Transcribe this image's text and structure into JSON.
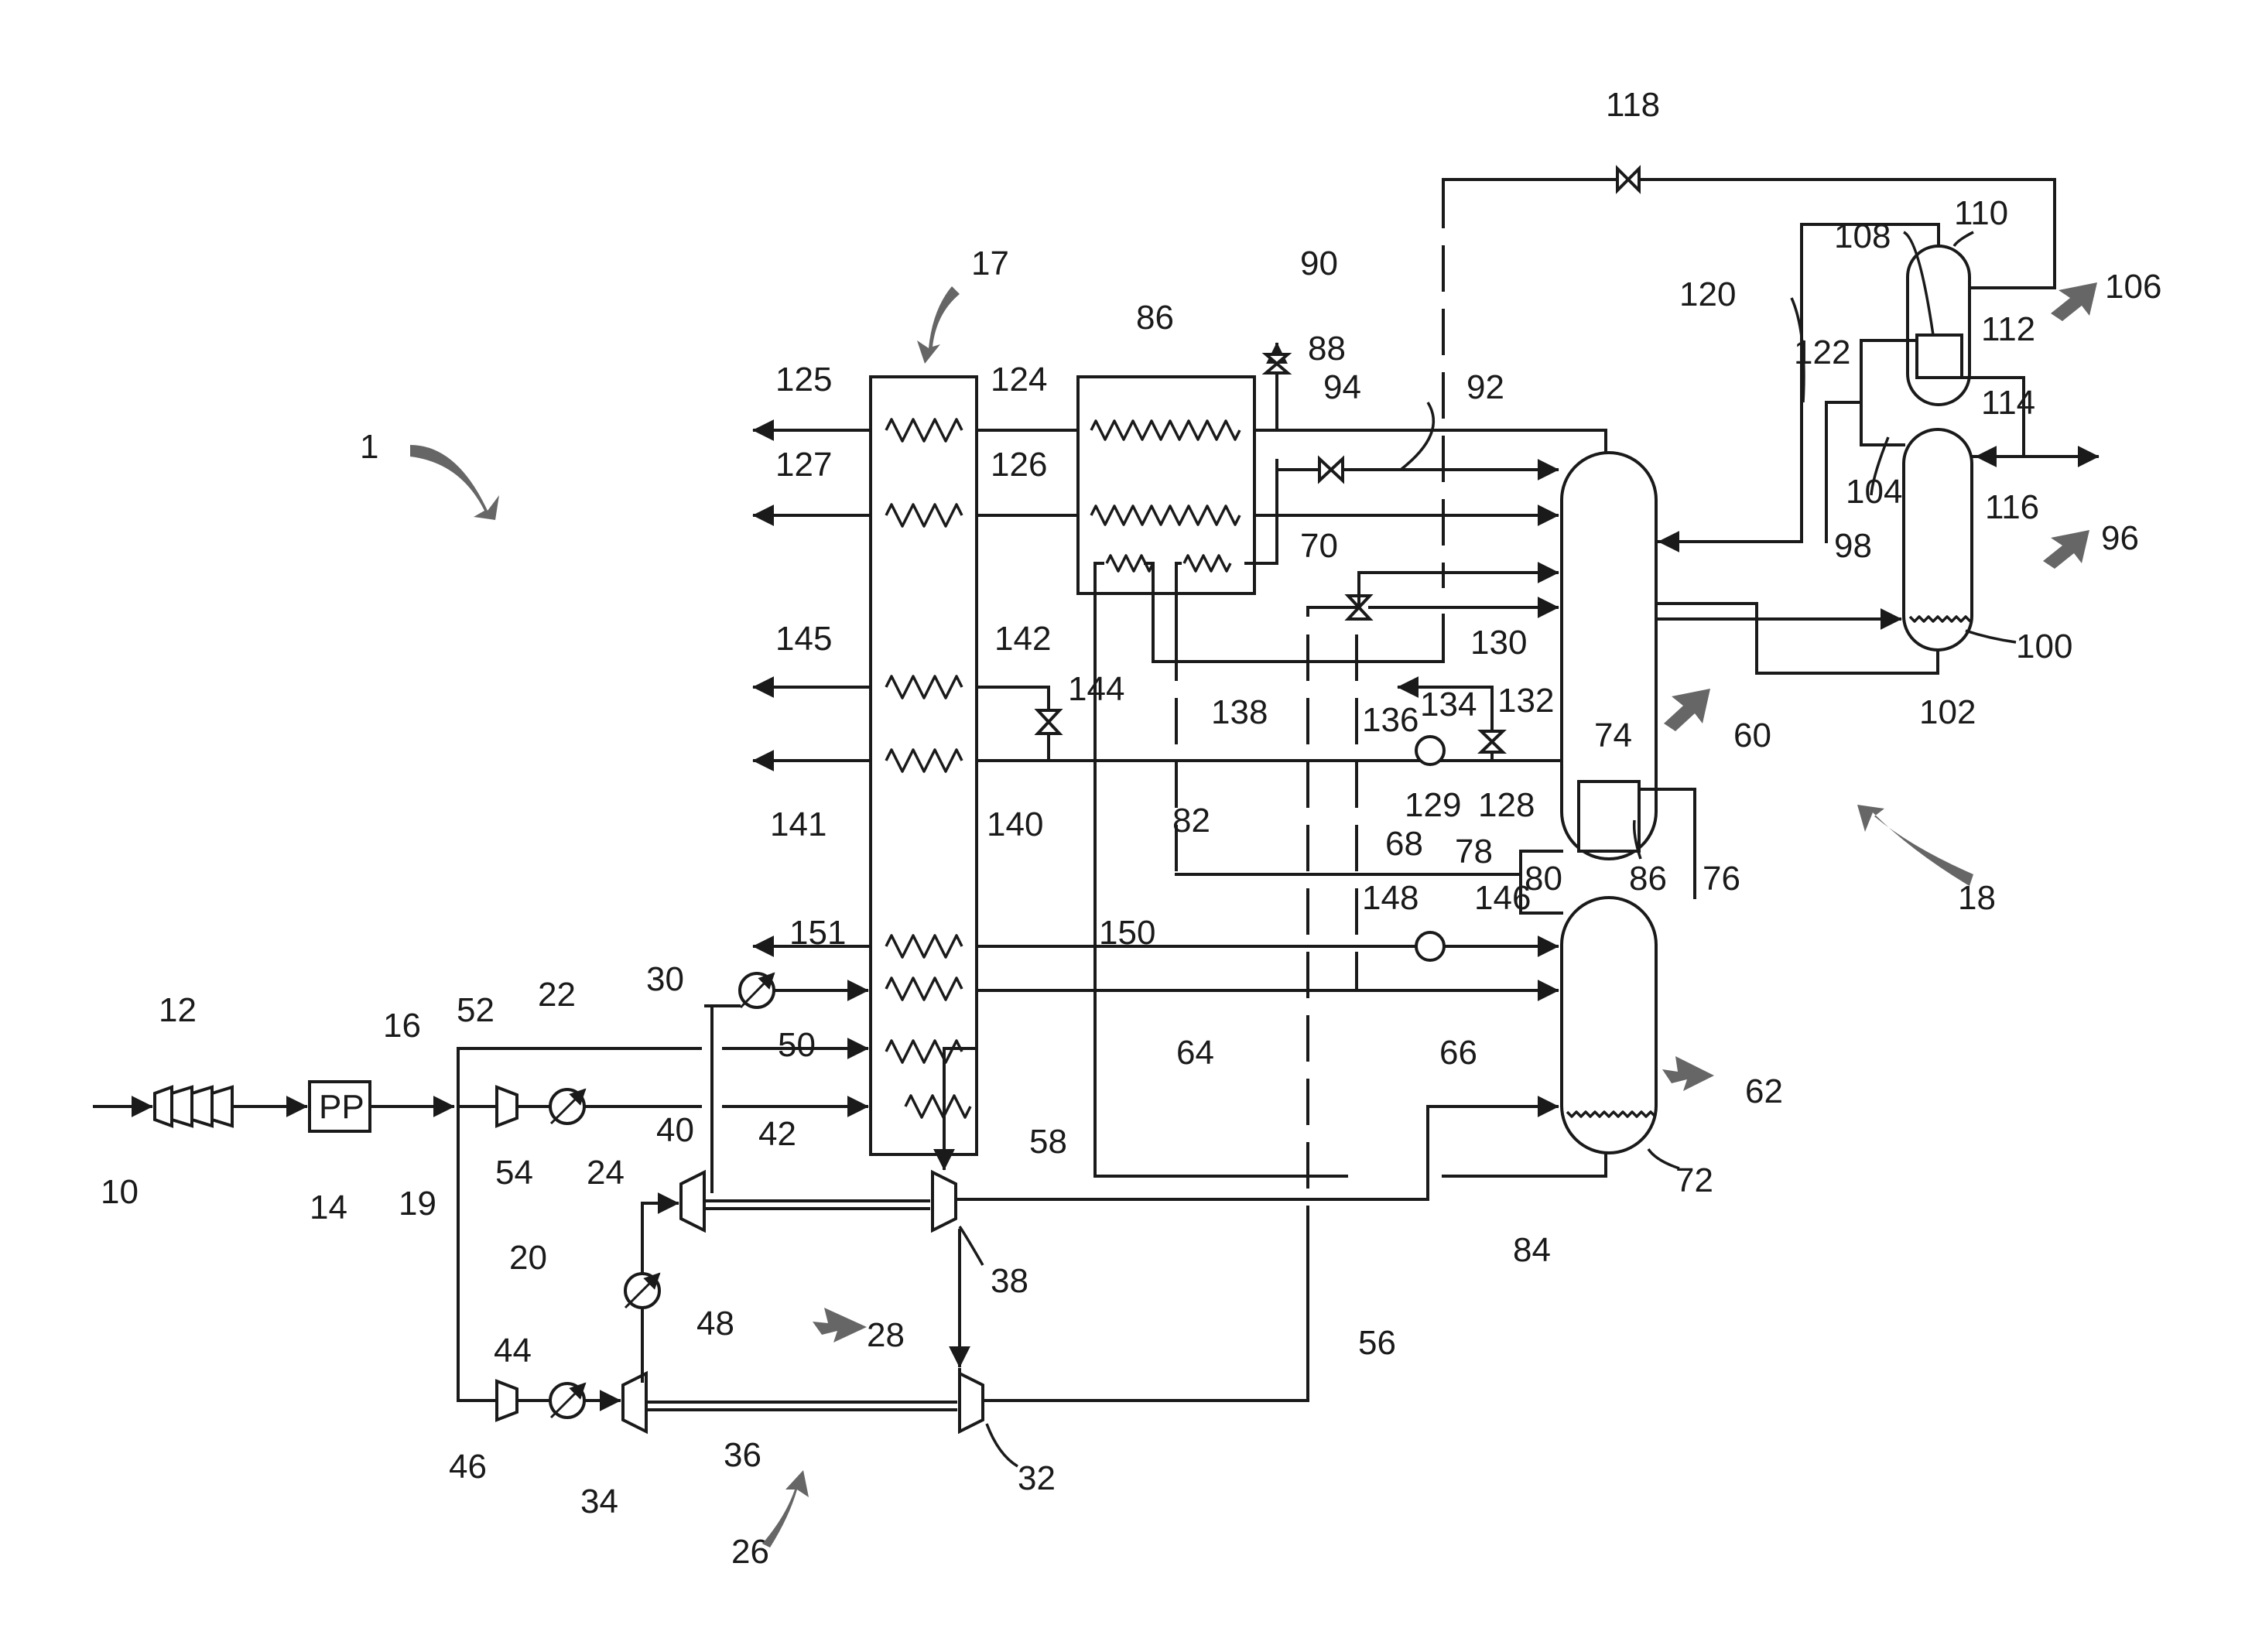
{
  "labels": {
    "n1": "1",
    "n10": "10",
    "n12": "12",
    "n14": "14",
    "n16": "16",
    "n17": "17",
    "n18": "18",
    "n19": "19",
    "n20": "20",
    "n22": "22",
    "n24": "24",
    "n26": "26",
    "n28": "28",
    "n30": "30",
    "n32": "32",
    "n34": "34",
    "n36": "36",
    "n38": "38",
    "n40": "40",
    "n42": "42",
    "n44": "44",
    "n46": "46",
    "n48": "48",
    "n50": "50",
    "n52": "52",
    "n54": "54",
    "n56": "56",
    "n58": "58",
    "n60": "60",
    "n62": "62",
    "n64": "64",
    "n66": "66",
    "n68": "68",
    "n70": "70",
    "n72": "72",
    "n74": "74",
    "n76": "76",
    "n78": "78",
    "n80": "80",
    "n82": "82",
    "n84": "84",
    "n86a": "86",
    "n86b": "86",
    "n88": "88",
    "n90": "90",
    "n92": "92",
    "n94": "94",
    "n96": "96",
    "n98": "98",
    "n100": "100",
    "n102": "102",
    "n104": "104",
    "n106": "106",
    "n108": "108",
    "n110": "110",
    "n112": "112",
    "n114": "114",
    "n116": "116",
    "n118": "118",
    "n120": "120",
    "n122": "122",
    "n124": "124",
    "n125": "125",
    "n126": "126",
    "n127": "127",
    "n128": "128",
    "n129": "129",
    "n130": "130",
    "n132": "132",
    "n134": "134",
    "n136": "136",
    "n138": "138",
    "n140": "140",
    "n141": "141",
    "n142": "142",
    "n144": "144",
    "n145": "145",
    "n146": "146",
    "n148": "148",
    "n150": "150",
    "n151": "151"
  },
  "equipment": {
    "pretreatment_label": "PP"
  }
}
